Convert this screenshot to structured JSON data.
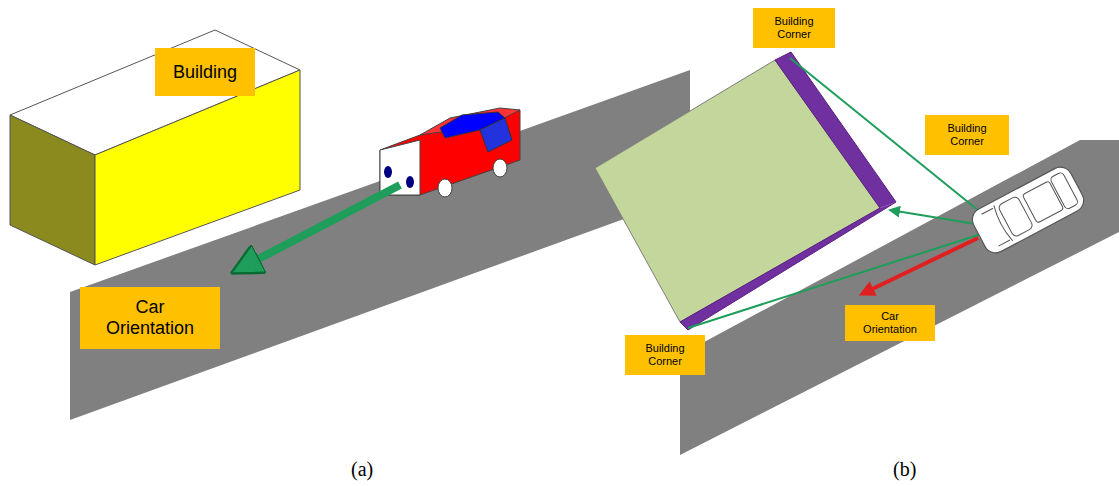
{
  "diagram": {
    "nodes": [
      {
        "text": [
          "Building"
        ]
      },
      {
        "text": [
          "Car Orientation"
        ]
      },
      {
        "text": [
          "Building Corner"
        ]
      },
      {
        "text": [
          "Building Corner"
        ]
      },
      {
        "text": [
          "Building Corner"
        ]
      },
      {
        "text": [
          "Car Orientation"
        ]
      }
    ],
    "labels": [
      "(a)",
      "(b)"
    ]
  }
}
